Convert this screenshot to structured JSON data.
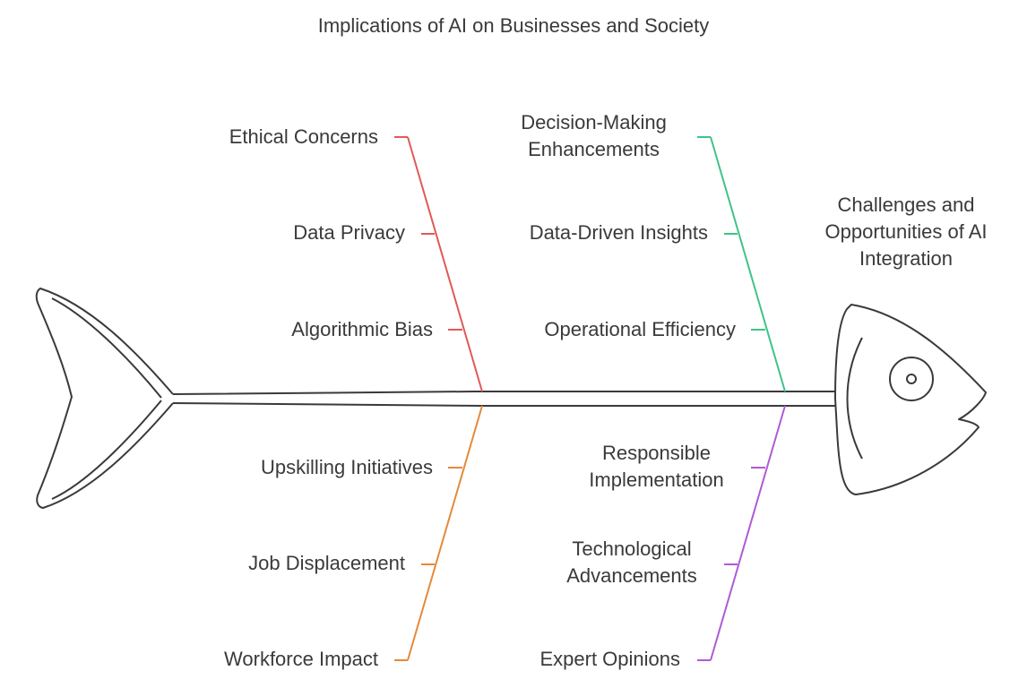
{
  "title": "Implications of AI on Businesses and Society",
  "head_label": "Challenges and Opportunities of AI Integration",
  "colors": {
    "outline": "#3a3a3a",
    "branch_top_left": "#e05a55",
    "branch_top_right": "#3ec486",
    "branch_bottom_left": "#e48a3a",
    "branch_bottom_right": "#b05ad6"
  },
  "branches": {
    "top_left": {
      "causes": [
        "Ethical Concerns",
        "Data Privacy",
        "Algorithmic Bias"
      ]
    },
    "top_right": {
      "causes": [
        "Decision-Making Enhancements",
        "Data-Driven Insights",
        "Operational Efficiency"
      ]
    },
    "bottom_left": {
      "causes": [
        "Upskilling Initiatives",
        "Job Displacement",
        "Workforce Impact"
      ]
    },
    "bottom_right": {
      "causes": [
        "Responsible Implementation",
        "Technological Advancements",
        "Expert Opinions"
      ]
    }
  }
}
